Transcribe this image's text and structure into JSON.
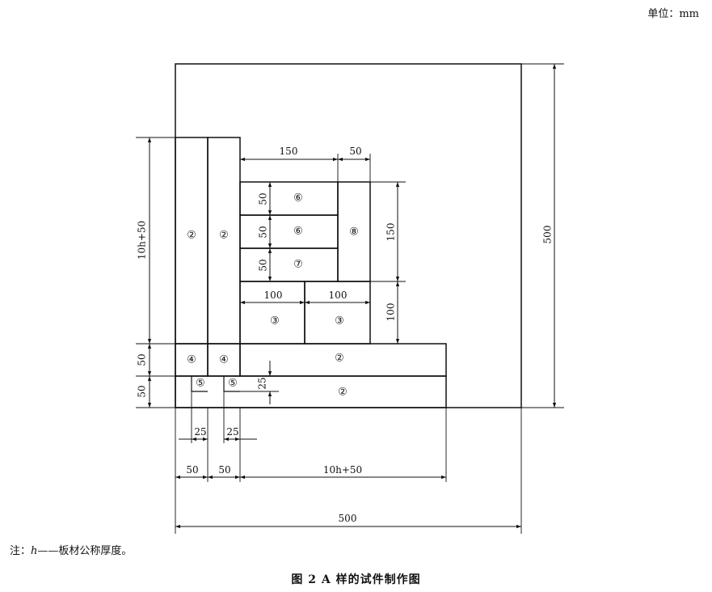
{
  "unit_label": "单位：mm",
  "dimensions": {
    "d150_top": "150",
    "d50_top": "50",
    "d50_row1": "50",
    "d50_row2": "50",
    "d50_row3": "50",
    "d150_right": "150",
    "d100_right": "100",
    "d100_a": "100",
    "d100_b": "100",
    "d500_right": "500",
    "d10h50_left": "10h+50",
    "d50_left_a": "50",
    "d50_left_b": "50",
    "d25_vert": "25",
    "d25_a": "25",
    "d25_b": "25",
    "d50_bot_a": "50",
    "d50_bot_b": "50",
    "d10h50_bottom": "10h+50",
    "d500_bottom": "500"
  },
  "pieces": {
    "p2_col1": "②",
    "p2_col2": "②",
    "p6_a": "⑥",
    "p6_b": "⑥",
    "p7": "⑦",
    "p8": "⑧",
    "p3_a": "③",
    "p3_b": "③",
    "p4_a": "④",
    "p4_b": "④",
    "p2_row1": "②",
    "p5_a": "⑤",
    "p5_b": "⑤",
    "p2_row2": "②"
  },
  "note": {
    "prefix": "注：",
    "symbol": "h",
    "text": "——板材公称厚度。"
  },
  "caption": "图 2   A 样的试件制作图"
}
